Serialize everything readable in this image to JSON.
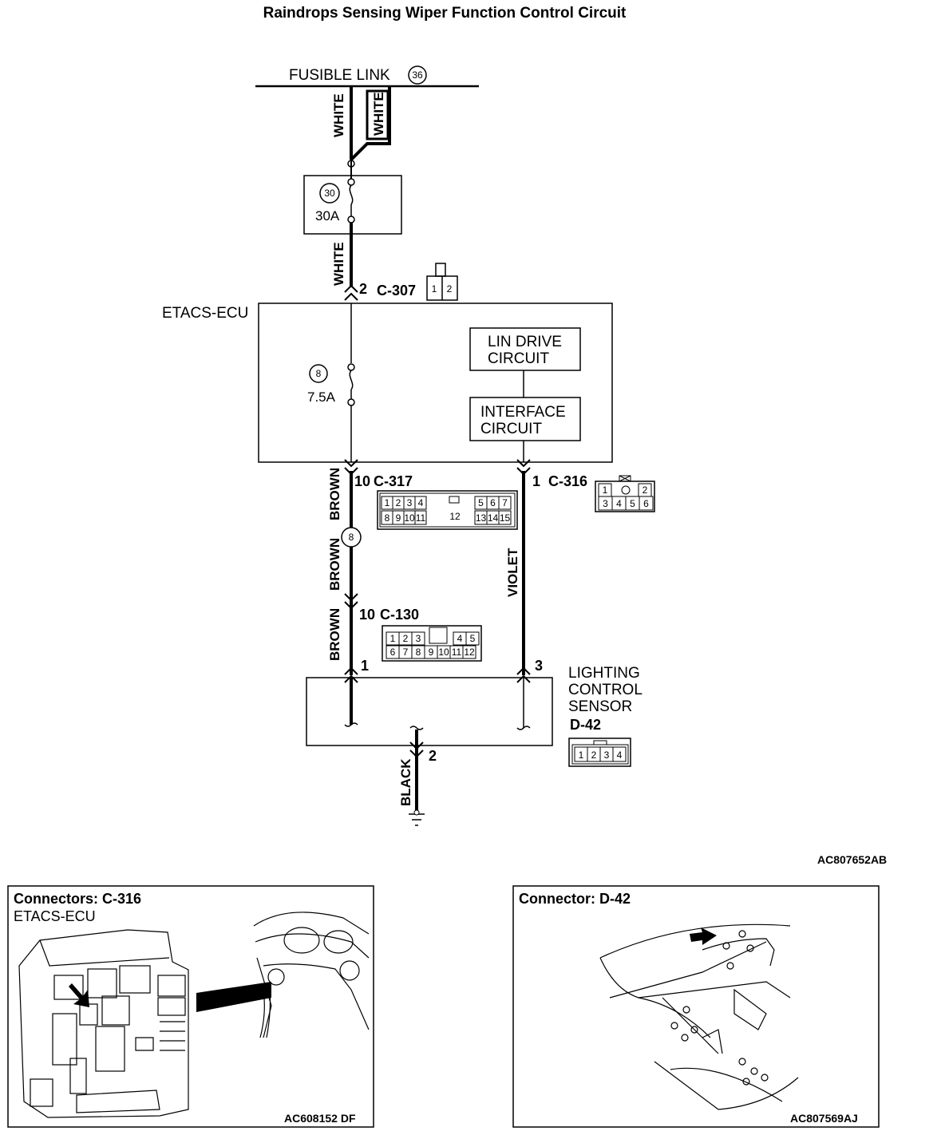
{
  "title": "Raindrops Sensing Wiper Function Control Circuit",
  "fusible_link": {
    "label": "FUSIBLE LINK",
    "number": "36"
  },
  "wires": {
    "white_left": "WHITE",
    "white_right": "WHITE",
    "white_lower": "WHITE",
    "brown_1": "BROWN",
    "brown_2": "BROWN",
    "brown_3": "BROWN",
    "violet": "VIOLET",
    "black": "BLACK"
  },
  "fuse_30": {
    "number": "30",
    "rating": "30A"
  },
  "fuse_8": {
    "number": "8",
    "rating": "7.5A"
  },
  "splice_8": "8",
  "etacs": {
    "label": "ETACS-ECU",
    "lin_line1": "LIN DRIVE",
    "lin_line2": "CIRCUIT",
    "if_line1": "INTERFACE",
    "if_line2": "CIRCUIT"
  },
  "connectors": {
    "c307": {
      "pin": "2",
      "name": "C-307",
      "cells": [
        "1",
        "2"
      ]
    },
    "c317": {
      "pin": "10",
      "name": "C-317",
      "row1": [
        "1",
        "2",
        "3",
        "4",
        "5",
        "6",
        "7"
      ],
      "row2": [
        "8",
        "9",
        "10",
        "11",
        "13",
        "14",
        "15"
      ],
      "center": "12"
    },
    "c316": {
      "pin": "1",
      "name": "C-316",
      "row1": [
        "1",
        "2"
      ],
      "row2": [
        "3",
        "4",
        "5",
        "6"
      ]
    },
    "c130": {
      "pin": "10",
      "name": "C-130",
      "row1": [
        "1",
        "2",
        "3",
        "4",
        "5"
      ],
      "row2": [
        "6",
        "7",
        "8",
        "9",
        "10",
        "11",
        "12"
      ]
    },
    "d42": {
      "name": "D-42",
      "cells": [
        "1",
        "2",
        "3",
        "4"
      ]
    }
  },
  "sensor": {
    "line1": "LIGHTING",
    "line2": "CONTROL",
    "line3": "SENSOR",
    "pin_left": "1",
    "pin_right": "3",
    "pin_ground": "2"
  },
  "codes": {
    "main": "AC807652AB",
    "panel_left": "AC608152 DF",
    "panel_right": "AC807569AJ"
  },
  "panels": {
    "left_title": "Connectors: C-316",
    "left_subtitle": "ETACS-ECU",
    "right_title": "Connector: D-42"
  }
}
